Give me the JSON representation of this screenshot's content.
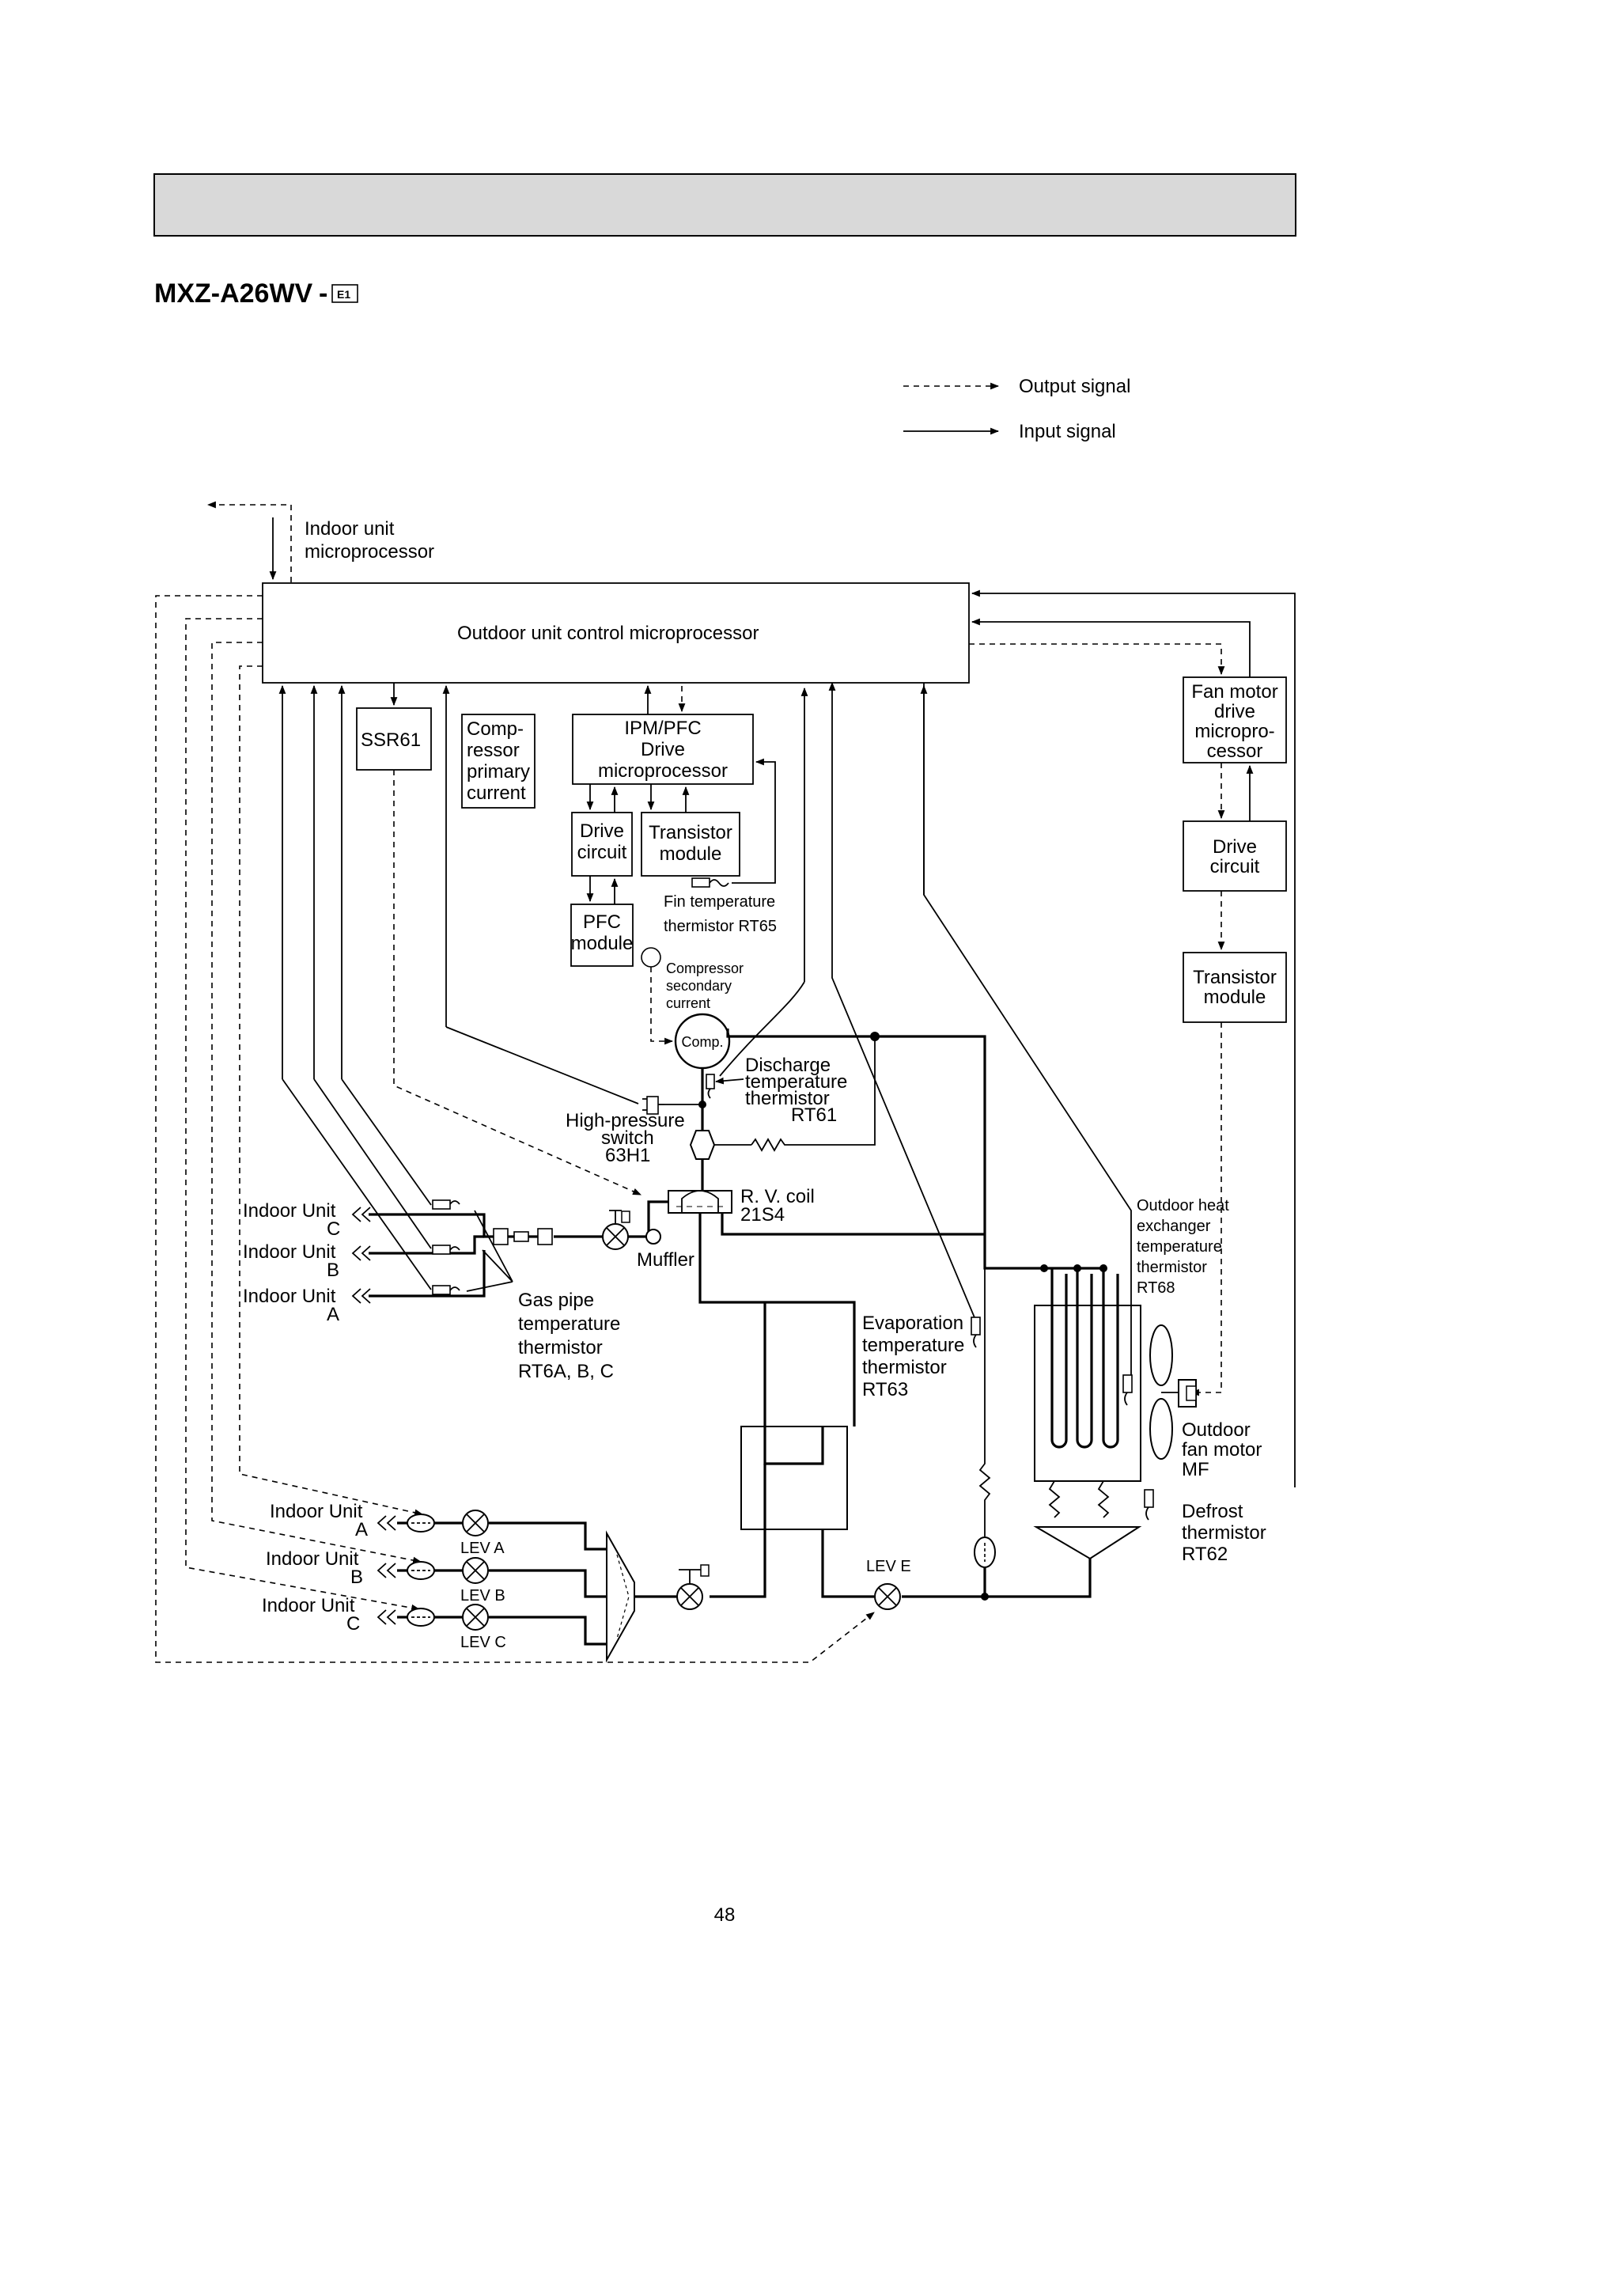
{
  "header": {
    "model": "MXZ-A26WV",
    "suffix": "-",
    "badge": "E1"
  },
  "legend": {
    "output": "Output signal",
    "input": "Input signal"
  },
  "page_number": "48",
  "labels": {
    "indoor_micro_1": "Indoor unit",
    "indoor_micro_2": "microprocessor",
    "outdoor_control": "Outdoor unit control microprocessor",
    "ssr": "SSR61",
    "comp_current_1": "Comp-",
    "comp_current_2": "ressor",
    "comp_current_3": "primary",
    "comp_current_4": "current",
    "ipm_1": "IPM/PFC",
    "ipm_2": "Drive",
    "ipm_3": "microprocessor",
    "drive_circuit_1": "Drive",
    "drive_circuit_2": "circuit",
    "transistor_module_1": "Transistor",
    "transistor_module_2": "module",
    "fin_thermistor_1": "Fin temperature",
    "fin_thermistor_2": "thermistor RT65",
    "pfc_1": "PFC",
    "pfc_2": "module",
    "comp_secondary_1": "Compressor",
    "comp_secondary_2": "secondary",
    "comp_secondary_3": "current",
    "comp": "Comp.",
    "discharge_1": "Discharge",
    "discharge_2": "temperature",
    "discharge_3": "thermistor",
    "discharge_4": "RT61",
    "hps_1": "High-pressure",
    "hps_2": "switch",
    "hps_3": "63H1",
    "rv_1": "R. V. coil",
    "rv_2": "21S4",
    "muffler": "Muffler",
    "gas_pipe_1": "Gas pipe",
    "gas_pipe_2": "temperature",
    "gas_pipe_3": "thermistor",
    "gas_pipe_4": "RT6A, B, C",
    "evap_1": "Evaporation",
    "evap_2": "temperature",
    "evap_3": "thermistor",
    "evap_4": "RT63",
    "fan_drive_1": "Fan motor",
    "fan_drive_2": "drive",
    "fan_drive_3": "micropro-",
    "fan_drive_4": "cessor",
    "drive2_1": "Drive",
    "drive2_2": "circuit",
    "trans2_1": "Transistor",
    "trans2_2": "module",
    "ohx_1": "Outdoor heat",
    "ohx_2": "exchanger",
    "ohx_3": "temperature",
    "ohx_4": "thermistor",
    "ohx_5": "RT68",
    "fan_motor_1": "Outdoor",
    "fan_motor_2": "fan motor",
    "fan_motor_3": "MF",
    "defrost_1": "Defrost",
    "defrost_2": "thermistor",
    "defrost_3": "RT62",
    "indoor_unit": "Indoor Unit",
    "unit_a": "A",
    "unit_b": "B",
    "unit_c": "C",
    "lev_a": "LEV A",
    "lev_b": "LEV B",
    "lev_c": "LEV C",
    "lev_e": "LEV E"
  }
}
